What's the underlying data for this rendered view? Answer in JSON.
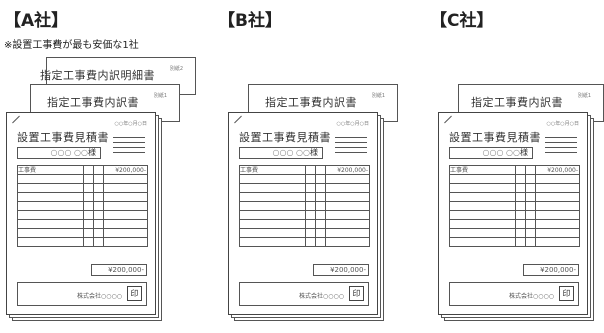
{
  "headings": {
    "a": "【A社】",
    "b": "【B社】",
    "c": "【C社】"
  },
  "note": "※設置工事費が最も安価な1社",
  "docs": {
    "specification_detail": "指定工事費内訳明細書",
    "specification": "指定工事費内訳書",
    "tag2": "別紙2",
    "tag1": "別紙1"
  },
  "estimate": {
    "date": "○○年○月○日",
    "title": "設置工事費見積書",
    "addressee_placeholder": "○○○ ○○",
    "honorific": "様",
    "row_label": "工事費",
    "row_amount": "¥200,000-",
    "total": "¥200,000-",
    "company": "株式会社○○○○",
    "seal": "印"
  }
}
